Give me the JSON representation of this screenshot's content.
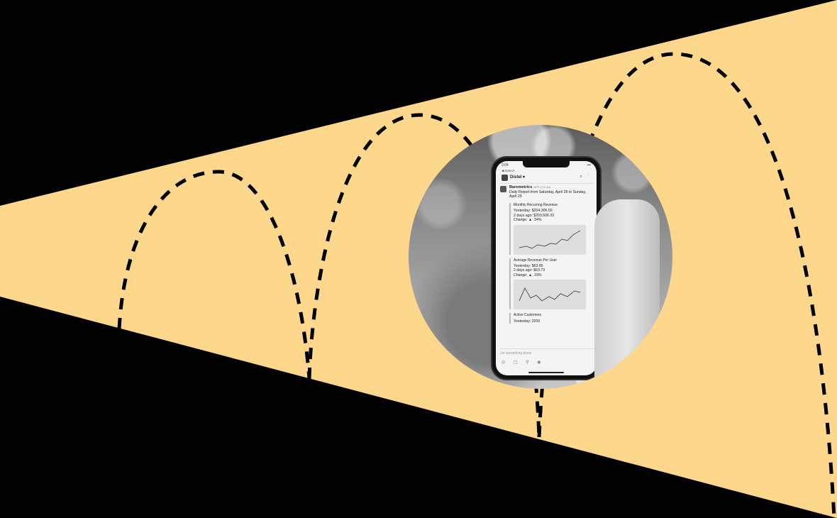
{
  "colors": {
    "background": "#000000",
    "beam": "#fdd78c",
    "dash": "#000000"
  },
  "phone": {
    "status_time": "3:04",
    "status_right": "•••",
    "back_label": "◀ Search",
    "workspace": "Distel",
    "workspace_caret": "▾",
    "top_icons": "⌕ ⋮",
    "message": {
      "app_name": "Baremetrics",
      "app_tag": "APP  2:12 AM",
      "heading": "Daily Report from Saturday, April 28 to Sunday, April 29",
      "cards": [
        {
          "title": "Monthly Recurring Revenue",
          "lines": [
            "Yesterday: $204,306.50",
            "2 days ago: $203,606.33",
            "Change: ▲ .34%"
          ]
        },
        {
          "title": "Average Revenue Per User",
          "lines": [
            "Yesterday: $63.85",
            "2 days ago: $63.73",
            "Change: ▲ .19%"
          ]
        },
        {
          "title": "Active Customers",
          "lines": [
            "Yesterday: 3200"
          ]
        }
      ]
    },
    "compose_placeholder": "Jot something down",
    "bottom_icons": "◎ ▢ ⚲ ◉"
  }
}
